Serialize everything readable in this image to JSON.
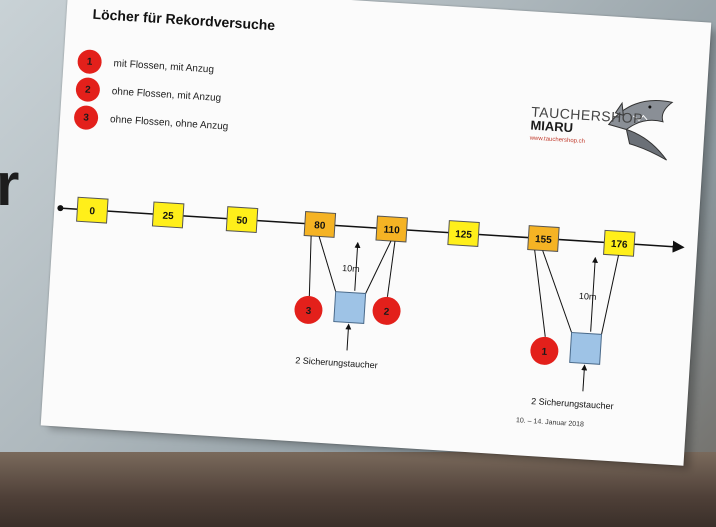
{
  "title": "Löcher für Rekordversuche",
  "legend": [
    {
      "num": "1",
      "text": "mit Flossen, mit Anzug"
    },
    {
      "num": "2",
      "text": "ohne Flossen, mit Anzug"
    },
    {
      "num": "3",
      "text": "ohne Flossen, ohne Anzug"
    }
  ],
  "logo": {
    "line1": "TAUCHERSHOP",
    "line2": "MIARU",
    "url": "www.tauchershop.ch"
  },
  "markers": [
    {
      "label": "0",
      "color": "#ffef1a"
    },
    {
      "label": "25",
      "color": "#ffef1a"
    },
    {
      "label": "50",
      "color": "#ffef1a"
    },
    {
      "label": "80",
      "color": "#f5b324"
    },
    {
      "label": "110",
      "color": "#f5b324"
    },
    {
      "label": "125",
      "color": "#ffef1a"
    },
    {
      "label": "155",
      "color": "#f5b324"
    },
    {
      "label": "176",
      "color": "#ffef1a"
    }
  ],
  "holes": [
    {
      "num": "3"
    },
    {
      "num": "2"
    },
    {
      "num": "1"
    }
  ],
  "distance_label": "10m",
  "safety_label": "2 Sicherungstaucher",
  "date": "10. – 14. Januar 2018",
  "background_letter": "r",
  "colors": {
    "hole": "#e3201b",
    "safety_box": "#9ec3e6",
    "line": "#111111"
  }
}
